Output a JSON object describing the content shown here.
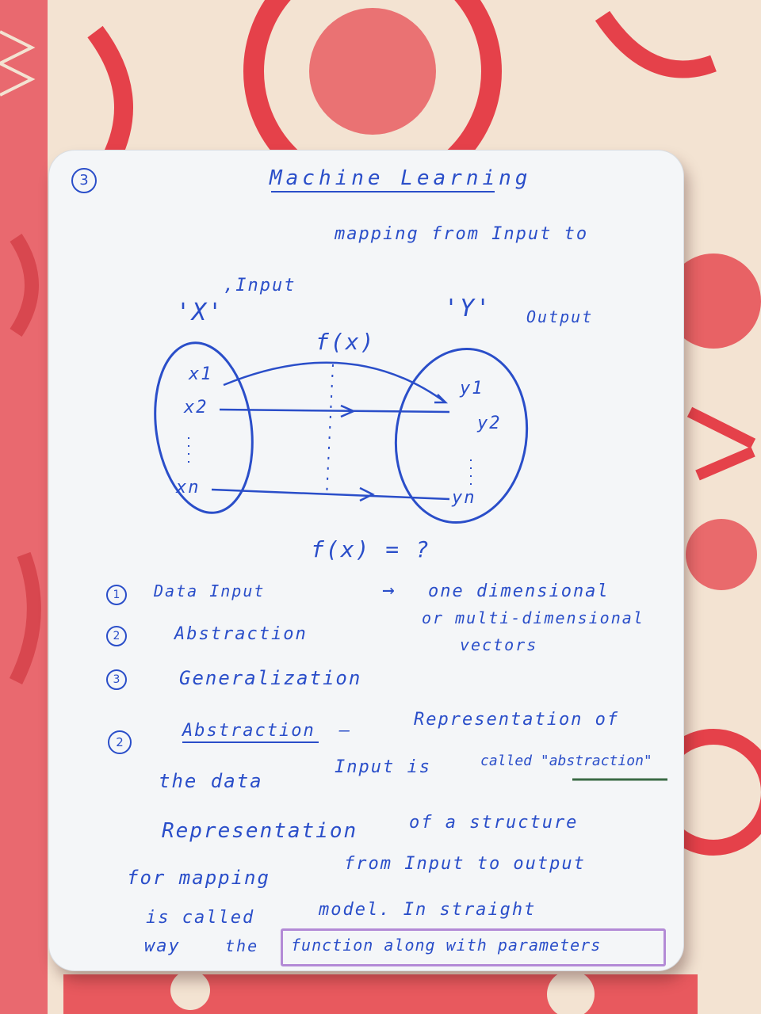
{
  "card": {
    "page_number": "3",
    "title": "Machine Learning",
    "subtitle": "mapping from Input to"
  },
  "diagram": {
    "input_label": "'X'",
    "input_caption": ",Input",
    "output_label": "'Y'",
    "output_caption": "Output",
    "function_label": "f(x)",
    "inputs": [
      "x1",
      "x2",
      "xn"
    ],
    "outputs": [
      "y1",
      "y2",
      "yn"
    ],
    "question": "f(x) = ?"
  },
  "steps": [
    {
      "num": "1",
      "label": "Data Input"
    },
    {
      "num": "2",
      "label": "Abstraction"
    },
    {
      "num": "3",
      "label": "Generalization"
    }
  ],
  "arrow_text": "→",
  "data_input_note": [
    "one dimensional",
    "or multi-dimensional",
    "vectors"
  ],
  "abstraction_section": {
    "num": "2",
    "heading": "Abstraction",
    "dash": "—",
    "line1": "Representation of",
    "line2_a": "the data",
    "line2_b": "Input is",
    "line2_c": "called \"abstraction\""
  },
  "paragraph": {
    "line1_a": "Representation",
    "line1_b": "of a structure",
    "line2_a": "for mapping",
    "line2_b": "from Input to output",
    "line3_a": "is called",
    "line3_b": "model. In straight",
    "line4_a": "way",
    "line4_b": "the",
    "line4_highlight": "function along with parameters"
  },
  "colors": {
    "ink": "#2a4ec9",
    "cloth_red": "#e5414a",
    "cloth_cream": "#f3e3d2",
    "card": "#f4f6f8",
    "highlight": "#b38ad6",
    "underline_green": "#3a6a45"
  }
}
